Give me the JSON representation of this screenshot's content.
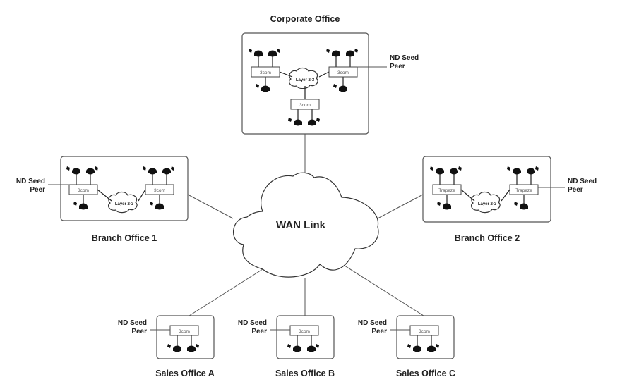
{
  "diagram": {
    "wan": {
      "label": "WAN Link"
    },
    "sites": [
      {
        "id": "corporate",
        "title": "Corporate Office",
        "switch_brand": "3com",
        "switches": 3,
        "cloud_label": "Layer 2-3",
        "seed_label": [
          "ND Seed",
          "Peer"
        ],
        "seed_side": "right"
      },
      {
        "id": "branch1",
        "title": "Branch Office 1",
        "switch_brand": "3com",
        "switches": 2,
        "cloud_label": "Layer 2-3",
        "seed_label": [
          "ND Seed",
          "Peer"
        ],
        "seed_side": "left"
      },
      {
        "id": "branch2",
        "title": "Branch Office 2",
        "switch_brand": "Trapeze",
        "switches": 2,
        "cloud_label": "Layer 2-3",
        "seed_label": [
          "ND Seed",
          "Peer"
        ],
        "seed_side": "right"
      },
      {
        "id": "salesA",
        "title": "Sales Office A",
        "switch_brand": "3com",
        "switches": 1,
        "seed_label": [
          "ND Seed",
          "Peer"
        ],
        "seed_side": "left"
      },
      {
        "id": "salesB",
        "title": "Sales Office B",
        "switch_brand": "3com",
        "switches": 1,
        "seed_label": [
          "ND Seed",
          "Peer"
        ],
        "seed_side": "left"
      },
      {
        "id": "salesC",
        "title": "Sales Office C",
        "switch_brand": "3com",
        "switches": 1,
        "seed_label": [
          "ND Seed",
          "Peer"
        ],
        "seed_side": "left"
      }
    ],
    "icons": {
      "switch": "network-switch-icon",
      "access_point": "wireless-access-point-icon",
      "cloud": "network-cloud-icon"
    }
  }
}
